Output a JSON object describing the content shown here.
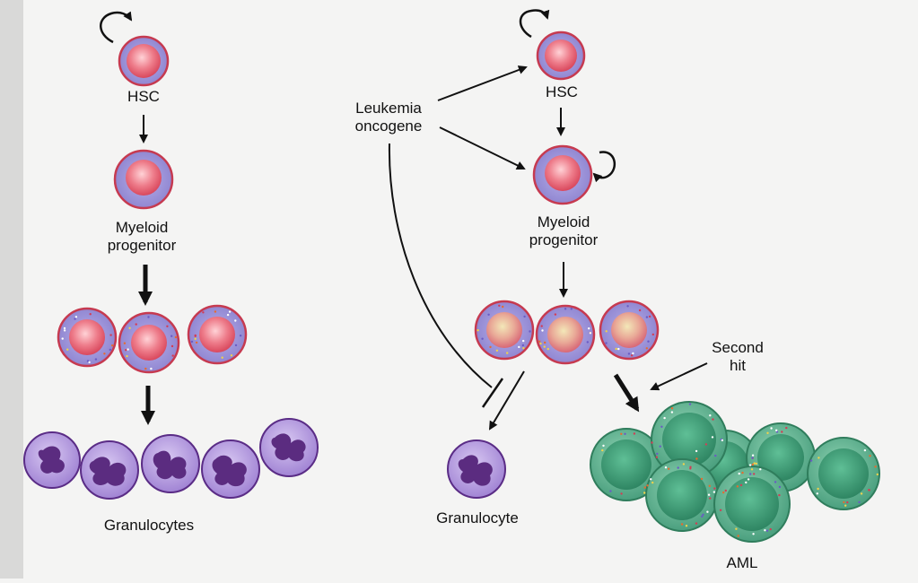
{
  "normal_pathway": {
    "hsc_label": "HSC",
    "myeloid_label_line1": "Myeloid",
    "myeloid_label_line2": "progenitor",
    "granulocytes_label": "Granulocytes"
  },
  "leukemia_pathway": {
    "oncogene_label_line1": "Leukemia",
    "oncogene_label_line2": "oncogene",
    "hsc_label": "HSC",
    "myeloid_label_line1": "Myeloid",
    "myeloid_label_line2": "progenitor",
    "granulocyte_label": "Granulocyte",
    "second_hit_line1": "Second",
    "second_hit_line2": "hit",
    "aml_label": "AML"
  },
  "colors": {
    "stem_cell_nucleus": "#e0566a",
    "stem_cell_membrane": "#c93a4f",
    "cytoplasm": "#9b8fd6",
    "granulocyte": "#a98fd7",
    "granulocyte_nucleus": "#5b2c80",
    "aml_cell": "#4fa983",
    "aml_nucleus": "#3a8f6c"
  }
}
